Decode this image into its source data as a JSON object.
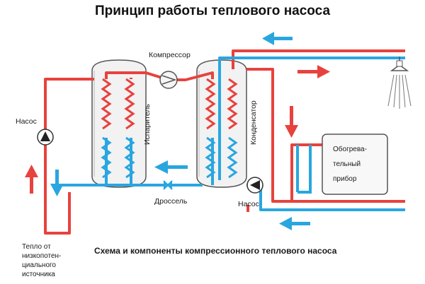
{
  "title": "Принцип работы теплового насоса",
  "caption": "Схема и компоненты компрессионного теплового насоса",
  "labels": {
    "compressor": "Компрессор",
    "evaporator": "Испаритель",
    "condenser": "Конденсатор",
    "pump_left": "Насос",
    "pump_right": "Насос",
    "throttle": "Дроссель",
    "heater": [
      "Обогрева-",
      "тельный",
      "прибор"
    ],
    "source": [
      "Тепло от",
      "низкопотен-",
      "циального",
      "источника"
    ]
  },
  "colors": {
    "hot": "#e8423d",
    "cold": "#29a6e0",
    "outline": "#555555"
  }
}
